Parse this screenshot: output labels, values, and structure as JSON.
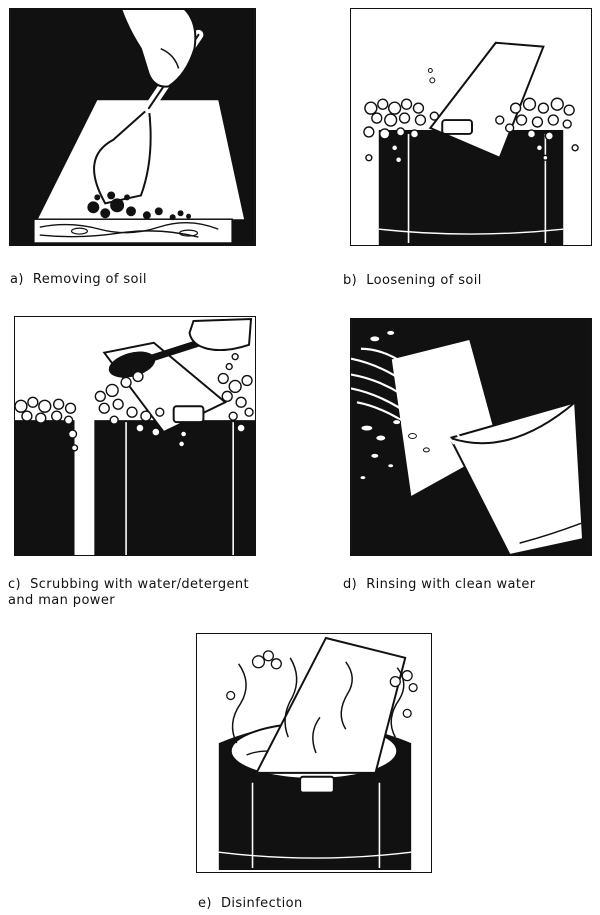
{
  "steps": [
    {
      "id": "a",
      "letter": "a)",
      "text": "Removing of soil",
      "text2": ""
    },
    {
      "id": "b",
      "letter": "b)",
      "text": "Loosening of soil",
      "text2": ""
    },
    {
      "id": "c",
      "letter": "c)",
      "text": "Scrubbing with water/detergent",
      "text2": "and man power"
    },
    {
      "id": "d",
      "letter": "d)",
      "text": "Rinsing with clean water",
      "text2": ""
    },
    {
      "id": "e",
      "letter": "e)",
      "text": "Disinfection",
      "text2": ""
    }
  ],
  "colors": {
    "ink": "#111111",
    "paper": "#ffffff"
  }
}
